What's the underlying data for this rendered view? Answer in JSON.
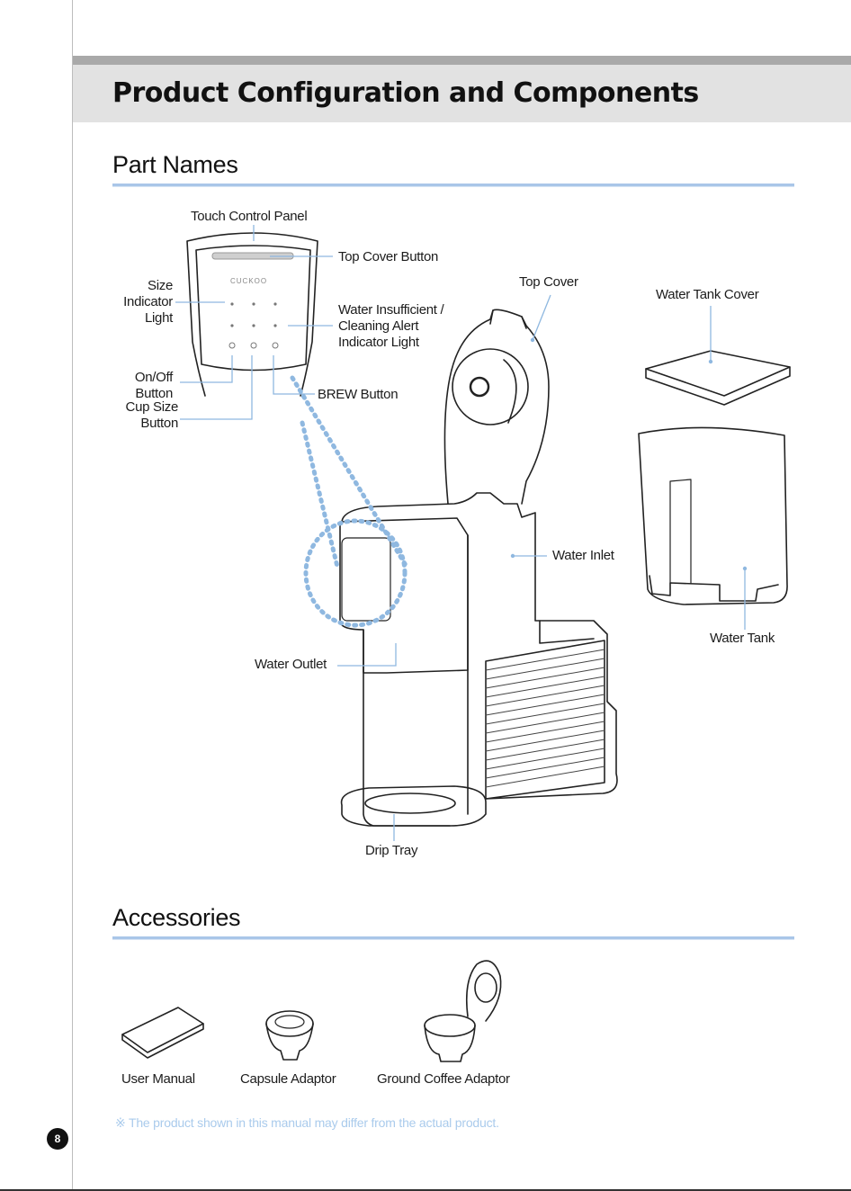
{
  "page": {
    "title": "Product Configuration and Components",
    "page_number": "8",
    "footnote": "※  The product shown in this manual may differ from the actual product."
  },
  "part_names": {
    "heading": "Part Names",
    "labels": {
      "touch_control_panel": "Touch Control Panel",
      "top_cover_button": "Top Cover Button",
      "size_indicator_light": "Size\nIndicator\nLight",
      "water_insufficient": "Water Insufficient /\nCleaning Alert\nIndicator Light",
      "on_off_button": "On/Off\nButton",
      "cup_size_button": "Cup Size\nButton",
      "brew_button": "BREW Button",
      "top_cover": "Top Cover",
      "water_tank_cover": "Water Tank Cover",
      "water_inlet": "Water Inlet",
      "water_tank": "Water Tank",
      "water_outlet": "Water Outlet",
      "drip_tray": "Drip Tray"
    },
    "panel_brand": "CUCKOO"
  },
  "accessories": {
    "heading": "Accessories",
    "items": [
      {
        "label": "User Manual"
      },
      {
        "label": "Capsule Adaptor"
      },
      {
        "label": "Ground Coffee Adaptor"
      }
    ]
  },
  "colors": {
    "leader_line": "#8fb8e0",
    "rule": "#a9c6e8",
    "title_band": "#e2e2e2",
    "top_bar": "#a9a9a9"
  }
}
